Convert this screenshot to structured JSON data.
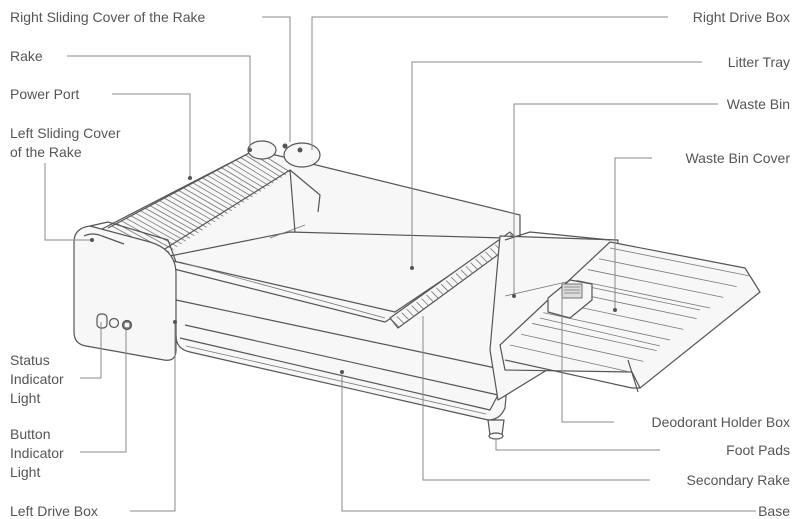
{
  "labels": {
    "right_sliding_cover": "Right Sliding Cover of the Rake",
    "rake": "Rake",
    "power_port": "Power Port",
    "left_sliding_cover_l1": "Left Sliding Cover",
    "left_sliding_cover_l2": "of the Rake",
    "status_l1": "Status",
    "status_l2": "Indicator",
    "status_l3": "Light",
    "button_l1": "Button",
    "button_l2": "Indicator",
    "button_l3": "Light",
    "left_drive_box": "Left Drive Box",
    "right_drive_box": "Right Drive Box",
    "litter_tray": "Litter Tray",
    "waste_bin": "Waste Bin",
    "waste_bin_cover": "Waste Bin Cover",
    "deodorant_holder_box": "Deodorant Holder Box",
    "foot_pads": "Foot Pads",
    "secondary_rake": "Secondary Rake",
    "base": "Base"
  }
}
